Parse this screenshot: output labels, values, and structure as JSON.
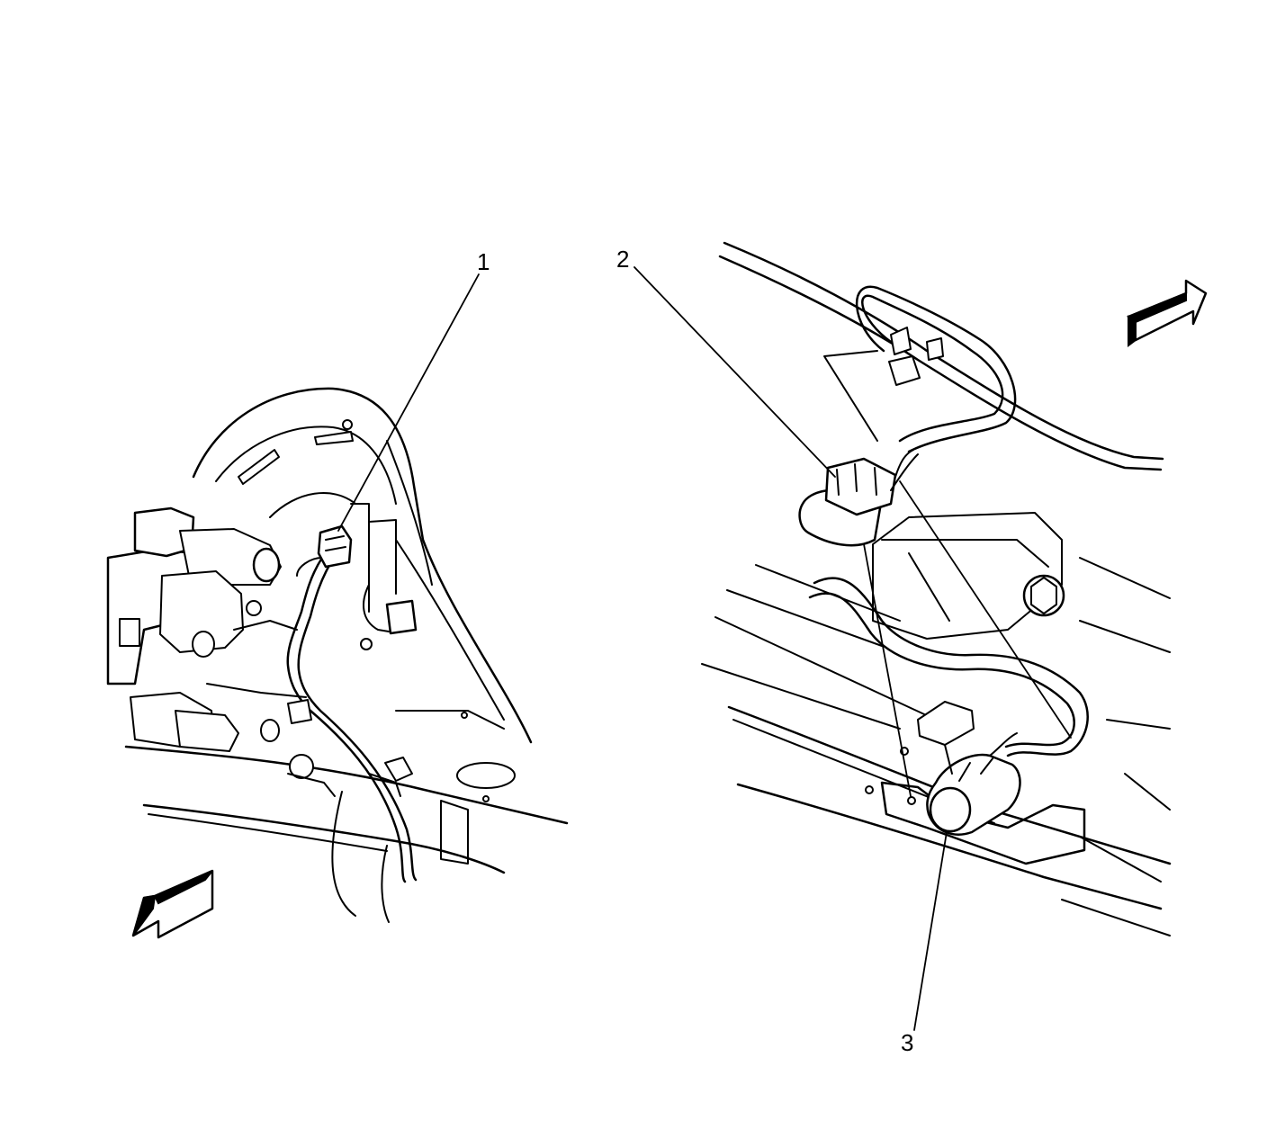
{
  "callouts": [
    {
      "id": "1",
      "label": "1"
    },
    {
      "id": "2",
      "label": "2"
    },
    {
      "id": "3",
      "label": "3"
    }
  ],
  "arrows": [
    {
      "name": "front-direction-arrow-left",
      "direction": "down-left"
    },
    {
      "name": "front-direction-arrow-right",
      "direction": "up-right"
    }
  ],
  "colors": {
    "ink": "#000000",
    "paper": "#ffffff"
  }
}
